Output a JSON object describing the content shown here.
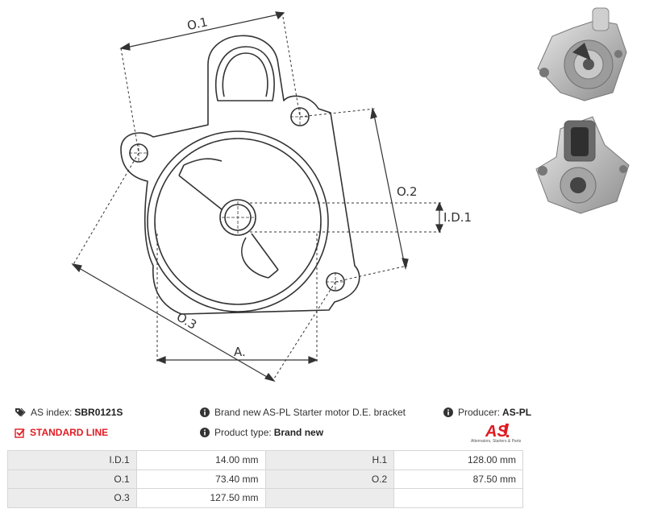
{
  "drawing": {
    "labels": {
      "o1": "O.1",
      "o2": "O.2",
      "o3": "O.3",
      "id1": "I.D.1",
      "a": "A."
    }
  },
  "info": {
    "as_index_label": "AS index:",
    "as_index_value": "SBR0121S",
    "line": "STANDARD LINE",
    "description": "Brand new AS-PL Starter motor D.E. bracket",
    "product_type_label": "Product type:",
    "product_type_value": "Brand new",
    "producer_label": "Producer:",
    "producer_value": "AS-PL"
  },
  "logo": {
    "text": "AS",
    "tagline": "Alternators, Starters & Parts",
    "color": "#e11b22"
  },
  "icons": {
    "tag": "tag-icon",
    "check": "checkbox-icon",
    "info": "info-icon"
  },
  "specs": [
    [
      {
        "label": "I.D.1",
        "value": "14.00 mm"
      },
      {
        "label": "H.1",
        "value": "128.00 mm"
      }
    ],
    [
      {
        "label": "O.1",
        "value": "73.40 mm"
      },
      {
        "label": "O.2",
        "value": "87.50 mm"
      }
    ],
    [
      {
        "label": "O.3",
        "value": "127.50 mm"
      },
      {
        "label": "",
        "value": ""
      }
    ]
  ]
}
